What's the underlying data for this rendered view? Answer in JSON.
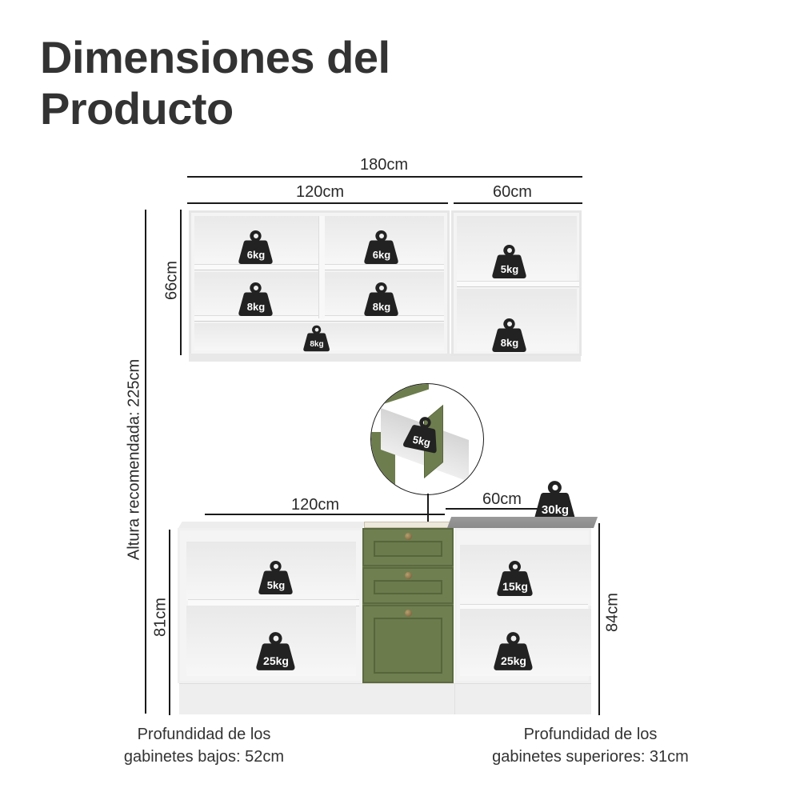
{
  "title": {
    "line1": "Dimensiones del",
    "line2": "Producto"
  },
  "upper": {
    "total_width": "180cm",
    "left_width": "120cm",
    "right_width": "60cm",
    "height": "66cm",
    "weights": {
      "left_top_1": "6kg",
      "left_top_2": "6kg",
      "left_mid_1": "8kg",
      "left_mid_2": "8kg",
      "left_bottom": "8kg",
      "right_top": "5kg",
      "right_bottom": "8kg"
    }
  },
  "recommended_height": "Altura recomendada: 225cm",
  "drawer_detail": {
    "weight": "5kg"
  },
  "lower": {
    "left_width": "120cm",
    "right_width": "60cm",
    "countertop_weight": "30kg",
    "left_height": "81cm",
    "right_height": "84cm",
    "weights": {
      "left_top": "5kg",
      "left_bottom": "25kg",
      "right_top": "15kg",
      "right_bottom": "25kg"
    }
  },
  "footer": {
    "left_line1": "Profundidad de los",
    "left_line2": "gabinetes bajos: 52cm",
    "right_line1": "Profundidad de los",
    "right_line2": "gabinetes superiores: 31cm"
  },
  "colors": {
    "cabinet_white": "#f4f4f4",
    "drawer_green": "#6d7d4e",
    "countertop_gray": "#8f8f8f",
    "weight_badge": "#222222",
    "text": "#333333"
  }
}
